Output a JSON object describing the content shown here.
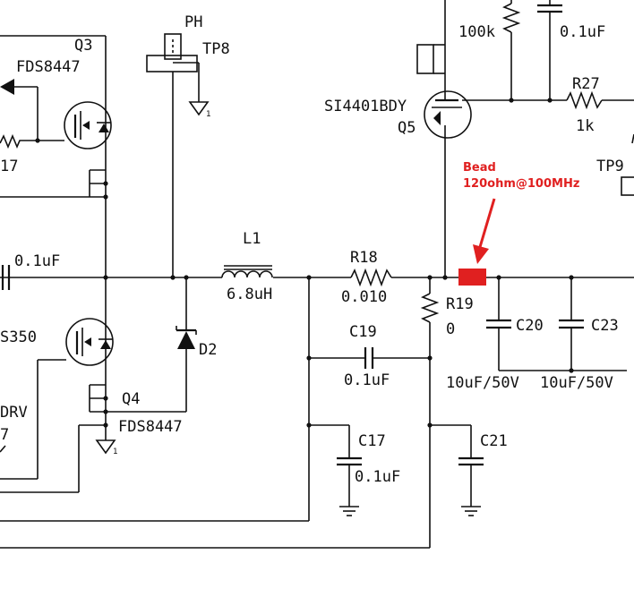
{
  "labels": {
    "ph": "PH",
    "tp8": "TP8",
    "q3": "Q3",
    "q3_part": "FDS8447",
    "r17_frag": "17",
    "c_top_left": "0.1uF",
    "q_left_frag": "S350",
    "drv_frag": "DRV",
    "n7_frag": "7",
    "q4": "Q4",
    "q4_part": "FDS8447",
    "l1": "L1",
    "l1_val": "6.8uH",
    "d2": "D2",
    "r18": "R18",
    "r18_val": "0.010",
    "r19": "R19",
    "r19_val": "0",
    "c19": "C19",
    "c19_val": "0.1uF",
    "c17": "C17",
    "c17_val": "0.1uF",
    "c21": "C21",
    "c20": "C20",
    "c23": "C23",
    "c20_val": "10uF/50V",
    "c23_val": "10uF/50V",
    "r_top_val": "100k",
    "c_top_val": "0.1uF",
    "q5_part": "SI4401BDY",
    "q5": "Q5",
    "r27": "R27",
    "r27_val": "1k",
    "tp9": "TP9",
    "gnd_sub": "1"
  },
  "annotation": {
    "title": "Bead",
    "detail": "120ohm@100MHz",
    "color": "#e02020"
  }
}
